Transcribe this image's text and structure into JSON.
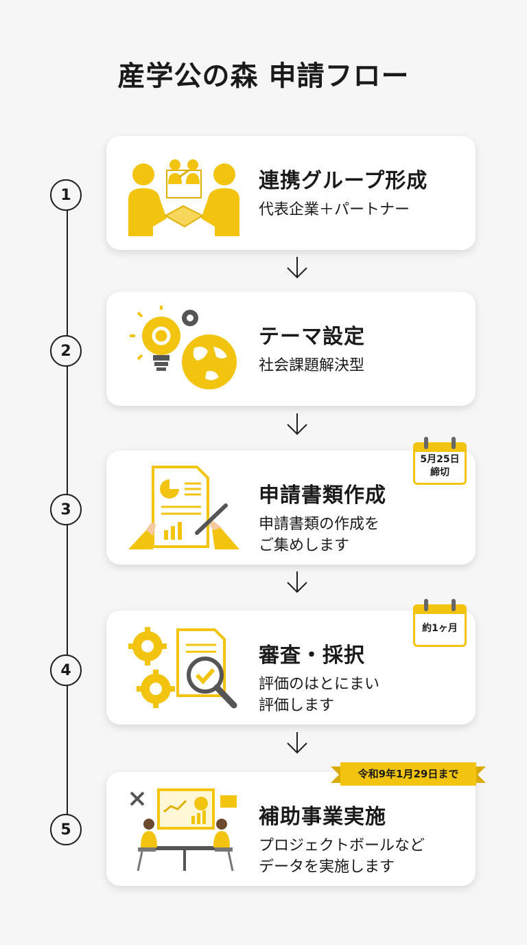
{
  "title": "産学公の森 申請フロー",
  "steps": [
    {
      "number": "1",
      "heading": "連携グループ形成",
      "lines": [
        "代表企業＋パートナー"
      ],
      "icon": "handshake-team-icon"
    },
    {
      "number": "2",
      "heading": "テーマ設定",
      "lines": [
        "社会課題解決型"
      ],
      "icon": "lightbulb-globe-icon"
    },
    {
      "number": "3",
      "heading": "申請書類作成",
      "lines": [
        "申請書類の作成を",
        "ご集めします"
      ],
      "icon": "document-writing-icon",
      "badge": [
        "5月25日",
        "締切"
      ]
    },
    {
      "number": "4",
      "heading": "審査・採択",
      "lines": [
        "評価のはとにまい",
        "評価します"
      ],
      "icon": "gears-magnifier-icon",
      "badge": [
        "約1ヶ月"
      ]
    },
    {
      "number": "5",
      "heading": "補助事業実施",
      "lines": [
        "プロジェクトボールなど",
        "データを実施します"
      ],
      "icon": "meeting-dashboard-icon",
      "ribbon": "令和9年1月29日まで"
    }
  ],
  "colors": {
    "accent": "#f2c40f",
    "accent_dark": "#e0b000",
    "line": "#1f1f1f"
  }
}
